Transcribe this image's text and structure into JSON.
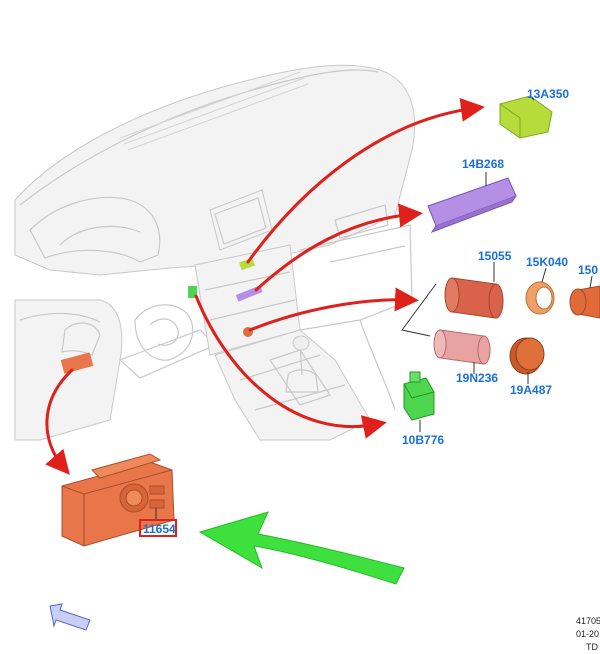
{
  "parts": [
    {
      "id": "p13a350",
      "label": "13A350",
      "color": "#b6dc3c"
    },
    {
      "id": "p14b268",
      "label": "14B268",
      "color": "#b58ee6"
    },
    {
      "id": "p15055",
      "label": "15055",
      "color": "#d9634a"
    },
    {
      "id": "p15k040",
      "label": "15K040",
      "color": "#f0a066"
    },
    {
      "id": "p1505x",
      "label": "150",
      "color": "#e06a3a"
    },
    {
      "id": "p19n236",
      "label": "19N236",
      "color": "#e8a2a2"
    },
    {
      "id": "p19a487",
      "label": "19A487",
      "color": "#e0703a"
    },
    {
      "id": "p10b776",
      "label": "10B776",
      "color": "#4ed64e"
    },
    {
      "id": "p11654",
      "label": "11654",
      "color": "#e8764a",
      "highlighted": true
    }
  ],
  "footer": {
    "line1": "41705",
    "line2": "01-20",
    "line3": "TD"
  },
  "colors": {
    "callout_arrow": "#e0201b",
    "pointer_arrow": "#3ee03e",
    "label_text": "#1a6fd6",
    "highlight_box": "#e0201b"
  },
  "icons": {
    "view_direction": "view-direction-arrow-icon"
  }
}
